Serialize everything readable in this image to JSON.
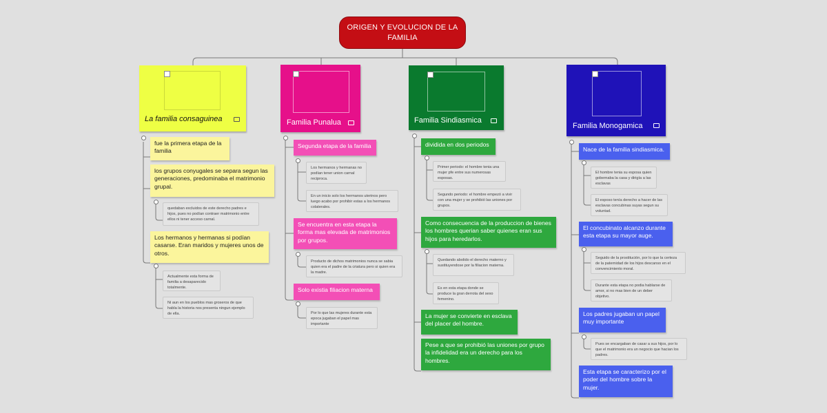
{
  "root": {
    "title": "ORIGEN Y EVOLUCION DE LA FAMILIA"
  },
  "colors": {
    "background": "#e0e0e0",
    "root": "#c40e14",
    "yellow": "#eeff44",
    "magenta": "#e6108a",
    "green": "#0a7a2e",
    "navy": "#1f12b8",
    "yellow_sub": "#fbf59c",
    "pink_sub": "#f34fb6",
    "green_sub": "#2ea83e",
    "blue_sub": "#4a60ee",
    "line": "#777777"
  },
  "branches": [
    {
      "title": "La familia consaguinea",
      "icon": "image-placeholder-icon",
      "nodes": [
        {
          "text": "fue  la primera etapa de la familia",
          "leaves": []
        },
        {
          "text": "los grupos conyugales se separa segun las generaciones, predominaba el matrimonio grupal.",
          "leaves": [
            "quedaban excluidos de este derecho padres e hijos, pues no podían contraer matrimonio entre ellos ni tener acceso carnal."
          ]
        },
        {
          "text": "Los hermanos y hermanas si podían casarse. Eran maridos y mujeres unos de otros.",
          "leaves": [
            "Actualmente esta forma de familia a desaparecido totalmente.",
            "Ni aun en los pueblos mas groseros           de que habla la historia nos presenta ningun ejemplo de ella."
          ]
        }
      ]
    },
    {
      "title": "Familia Punalua",
      "icon": "image-placeholder-icon",
      "nodes": [
        {
          "text": "Segunda etapa de la familia",
          "leaves": [
            "Los hermanos y hermanas no podían tener union carnal reciproca.",
            "En un inicio solo los hermanos uterinos pero luego acabo por prohibir estas  a los hermanos colaterales."
          ]
        },
        {
          "text": "Se encuentra en esta etapa la forma mas elevada de matrimonios por grupos.",
          "leaves": [
            "Producto de dichos matrimonios nunca se sabia quien era el padre de la criatura pero si quien era la madre."
          ]
        },
        {
          "text": "Solo existia filiacion materna",
          "leaves": [
            "Por lo que las mujeres durante esta epoca jugaban el papel mas importante"
          ]
        }
      ]
    },
    {
      "title": "Familia Sindiasmica",
      "icon": "image-placeholder-icon",
      "nodes": [
        {
          "text": "dividida en dos periodos",
          "leaves": [
            "Primer periodo: el hombre tenia una mujer pfe entre sus numerosas esposas.",
            "Segundo periodo: el hombre empezó a vivir con una mujer y se prohibió las uniones por grupos."
          ]
        },
        {
          "text": "Como consecuencia de la produccion de bienes los hombres querian saber quienes eran sus hijos para heredarlos.",
          "leaves": [
            "Quedando abolido el derecho materno y sustituyendose por la filiacion materna.",
            "Es en esta etapa donde se produce la gran derrota del sexo femenino."
          ]
        },
        {
          "text": "La mujer se convierte en esclava del placer del hombre.",
          "leaves": []
        },
        {
          "text": "Pese a que se prohibió las uniones por grupo la infidelidad era un derecho para los hombres.",
          "leaves": []
        }
      ]
    },
    {
      "title": "Familia Monogamica",
      "icon": "image-placeholder-icon",
      "nodes": [
        {
          "text": "Nace de la familia sindiasmica.",
          "leaves": [
            "El hombre tenia su esposa quien gobernaba la casa y dirigía a las esclavas",
            "El esposo tenía derecho a hacer de las esclavas concubinas suyas segun su voluntad."
          ]
        },
        {
          "text": "El concubinato alcanzo durante esta etapa su mayor auge.",
          "leaves": [
            "Seguido de la prostitución, por lo que la certeza de la paternidad de los hijos descanso en el convencimiento moral.",
            "Durante esta etapa no podia hablarse de amor, si no mas bien de un deber objetivo."
          ]
        },
        {
          "text": "Los padres jugaban un papel muy importante",
          "leaves": [
            "Pues se encargaban de casar a sus hijos, por lo que el matrimonio era un negocio que hacian los padres."
          ]
        },
        {
          "text": "Esta etapa se caracterizo por el poder del hombre sobre la mujer.",
          "leaves": []
        }
      ]
    }
  ]
}
